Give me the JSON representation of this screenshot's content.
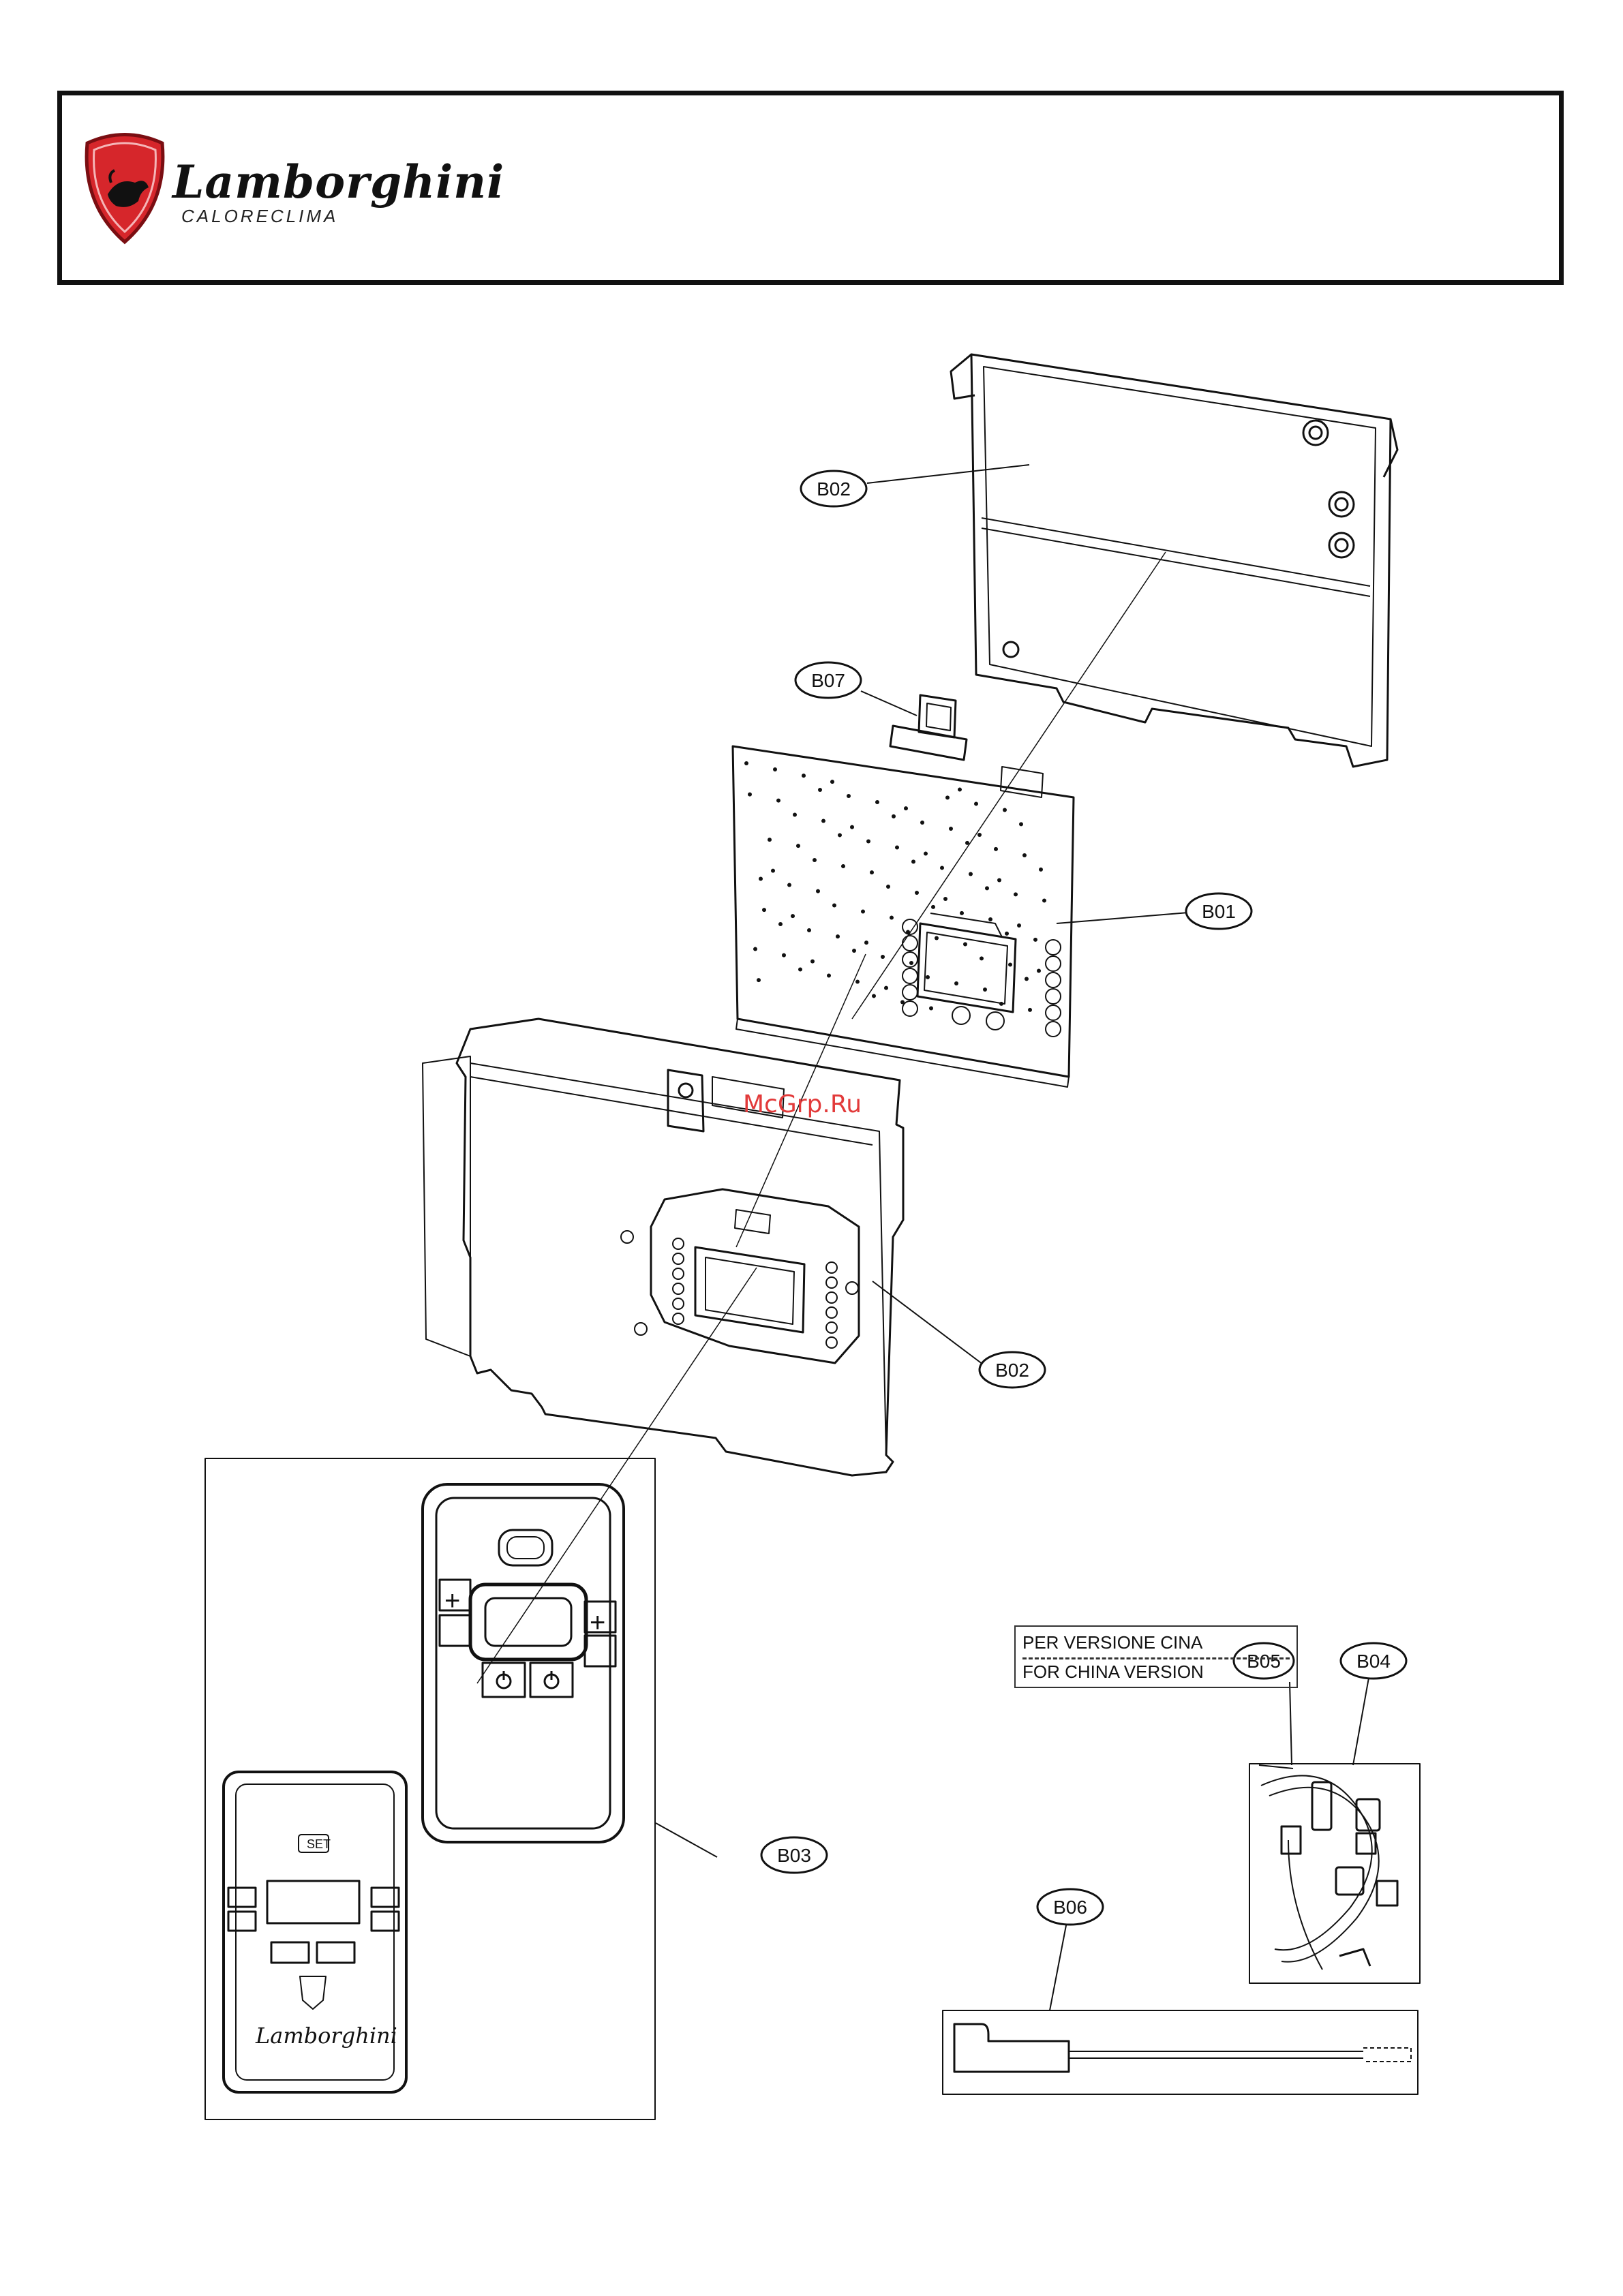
{
  "header": {
    "brand_name": "Lamborghini",
    "brand_sub": "CALORECLIMA",
    "brand_color": "#d6262b"
  },
  "watermark": "McGrp.Ru",
  "note": {
    "line1": "PER VERSIONE CINA",
    "line2": "FOR CHINA VERSION"
  },
  "callouts": {
    "b02_top": "B02",
    "b07": "B07",
    "b01": "B01",
    "b02_mid": "B02",
    "b03": "B03",
    "b05": "B05",
    "b04": "B04",
    "b06": "B06"
  },
  "panel": {
    "set_label": "SET",
    "logo_text": "Lamborghini",
    "plus": "+",
    "minus": "−"
  },
  "icons": [
    "bull-shield-icon",
    "power-icon",
    "plus-icon",
    "minus-icon"
  ]
}
